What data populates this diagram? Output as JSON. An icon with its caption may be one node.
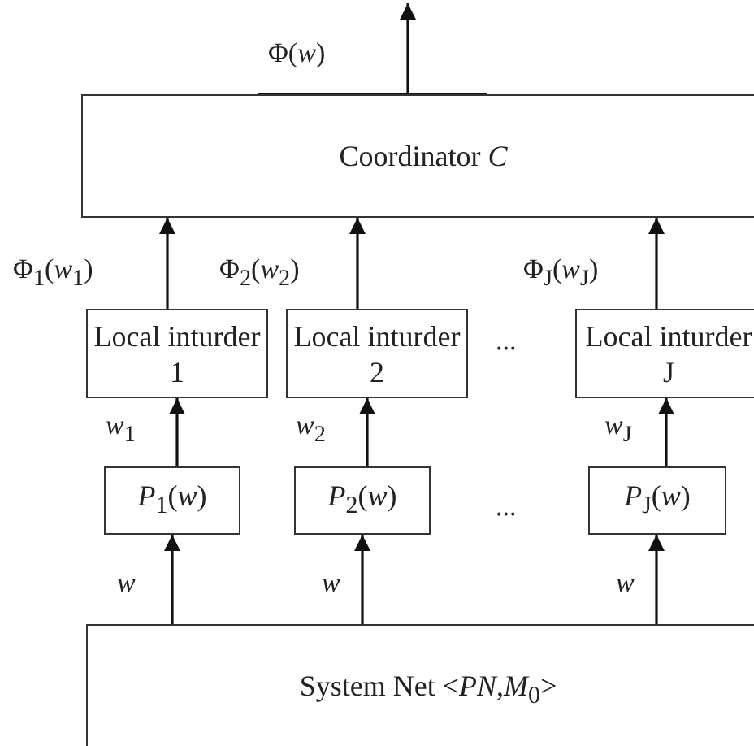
{
  "diagram": {
    "nodes": [
      {
        "text": [
          "Coordinator *C*"
        ]
      },
      {
        "text": [
          "Local inturder 1"
        ]
      },
      {
        "text": [
          "Local inturder 2"
        ]
      },
      {
        "text": [
          "Local inturder J"
        ]
      },
      {
        "text": [
          "*P*$_{1}$(*w*)"
        ]
      },
      {
        "text": [
          "*P*$_{2}$(*w*)"
        ]
      },
      {
        "text": [
          "*P*$_{J}$(*w*)"
        ]
      },
      {
        "text": [
          "System Net <*PN*,*M*$_{0}$>"
        ]
      }
    ],
    "edges": [
      {
        "from": 0,
        "to": null,
        "arrow": "to",
        "label": "Φ(*w*)"
      },
      {
        "from": 1,
        "to": 0,
        "arrow": "to",
        "label": "Φ$_{1}$(*w*$_{1}$)"
      },
      {
        "from": 2,
        "to": 0,
        "arrow": "to",
        "label": "Φ$_{2}$(*w*$_{2}$)"
      },
      {
        "from": 3,
        "to": 0,
        "arrow": "to",
        "label": "Φ$_{J}$(*w*$_{J}$)"
      },
      {
        "from": 4,
        "to": 1,
        "arrow": "to",
        "label": "*w*$_{1}$"
      },
      {
        "from": 5,
        "to": 2,
        "arrow": "to",
        "label": "*w*$_{2}$"
      },
      {
        "from": 6,
        "to": 3,
        "arrow": "to",
        "label": "*w*$_{J}$"
      },
      {
        "from": 7,
        "to": 4,
        "arrow": "to",
        "label": "*w*"
      },
      {
        "from": 7,
        "to": 5,
        "arrow": "to",
        "label": "*w*"
      },
      {
        "from": 7,
        "to": 6,
        "arrow": "to",
        "label": "*w*"
      }
    ],
    "labels": [
      "...",
      "..."
    ]
  }
}
